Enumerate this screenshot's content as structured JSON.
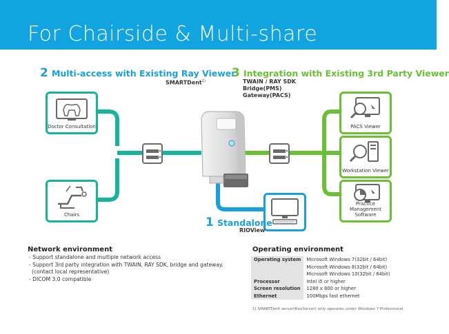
{
  "header": {
    "title": "For Chairside & Multi-share"
  },
  "section2": {
    "number": "2",
    "title": "Multi-access with Existing Ray Viewer",
    "product": "SMARTDent",
    "product_sup": "1)"
  },
  "section3": {
    "number": "3",
    "title": "Integration with Existing 3rd Party Viewer",
    "lines": [
      "TWAIN / RAY SDK",
      "Bridge(PMS)",
      "Gateway(PACS)"
    ]
  },
  "section1": {
    "number": "1",
    "title": "Standalone",
    "product": "RIOView"
  },
  "cards": {
    "doctor": "Doctor Consultation",
    "chairs": "Chairs",
    "pacs": "PACS Viewer",
    "workstation": "Workstation Viewer",
    "practice": [
      "Practice Management",
      "Software"
    ]
  },
  "network": {
    "heading": "Network environment",
    "items": [
      "- Support standalone and multiple network access",
      "- Support 3rd party integration with TWAIN, RAY SDK, bridge and gateway.",
      "  (contact local representative)",
      "- DICOM 3.0 compatible"
    ]
  },
  "operating": {
    "heading": "Operating environment",
    "rows": [
      {
        "key": "Operating system",
        "value": "Microsoft Windows 7(32bit / 64bit)"
      },
      {
        "key": "",
        "value": "Microsoft Windows 8(32bit / 64bit)"
      },
      {
        "key": "",
        "value": "Microsoft Windows 10(32bit / 64bit)"
      },
      {
        "key": "Processor",
        "value": "Intel i5 or higher"
      },
      {
        "key": "Screen resolution",
        "value": "1280 x 800 or higher"
      },
      {
        "key": "Ethernet",
        "value": "100Mbps fast ethernet"
      }
    ],
    "footnote": "1) SMARTDent server(RayServer) only operates under Windows 7 Professional."
  },
  "colors": {
    "header": "#12a4e0",
    "teal": "#16b29a",
    "green": "#6bbf34",
    "blue": "#1a9fde"
  },
  "icons": [
    "network-switch-icon",
    "monitor-dental-icon",
    "dental-chair-icon",
    "magnifier-monitor-icon",
    "magnifier-server-icon",
    "chart-monitor-icon",
    "desktop-monitor-icon",
    "scanner-device-icon"
  ]
}
